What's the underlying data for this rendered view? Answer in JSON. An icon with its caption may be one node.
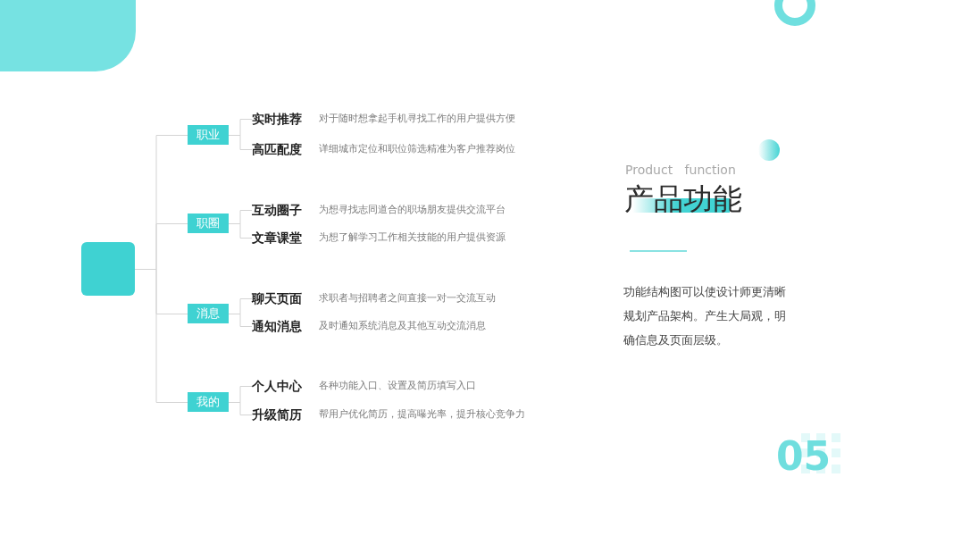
{
  "diagram": {
    "title": "产品功能",
    "nodes": [
      {
        "text": [],
        "shape": "box"
      },
      {
        "text": [
          "职业"
        ]
      },
      {
        "text": [
          "实时推荐"
        ],
        "beside": [
          "对于随时想拿起手机寻找工作的用户提供方便"
        ]
      },
      {
        "text": [
          "高匹配度"
        ],
        "beside": [
          "详细城市定位和职位筛选精准为客户推荐岗位"
        ]
      },
      {
        "text": [
          "职圈"
        ]
      },
      {
        "text": [
          "互动圈子"
        ],
        "beside": [
          "为想寻找志同道合的职场朋友提供交流平台"
        ]
      },
      {
        "text": [
          "文章课堂"
        ],
        "beside": [
          "为想了解学习工作相关技能的用户提供资源"
        ]
      },
      {
        "text": [
          "消息"
        ]
      },
      {
        "text": [
          "聊天页面"
        ],
        "beside": [
          "求职者与招聘者之间直接一对一交流互动"
        ]
      },
      {
        "text": [
          "通知消息"
        ],
        "beside": [
          "及时通知系统消息及其他互动交流消息"
        ]
      },
      {
        "text": [
          "我的"
        ]
      },
      {
        "text": [
          "个人中心"
        ],
        "beside": [
          "各种功能入口、设置及简历填写入口"
        ]
      },
      {
        "text": [
          "升级简历"
        ],
        "beside": [
          "帮用户优化简历，提高曝光率，提升核心竞争力"
        ]
      }
    ],
    "edges": [
      {
        "from": 0,
        "to": 1,
        "arrow": "none"
      },
      {
        "from": 0,
        "to": 4,
        "arrow": "none"
      },
      {
        "from": 0,
        "to": 7,
        "arrow": "none"
      },
      {
        "from": 0,
        "to": 10,
        "arrow": "none"
      },
      {
        "from": 1,
        "to": 2,
        "arrow": "none"
      },
      {
        "from": 1,
        "to": 3,
        "arrow": "none"
      },
      {
        "from": 4,
        "to": 5,
        "arrow": "none"
      },
      {
        "from": 4,
        "to": 6,
        "arrow": "none"
      },
      {
        "from": 7,
        "to": 8,
        "arrow": "none"
      },
      {
        "from": 7,
        "to": 9,
        "arrow": "none"
      },
      {
        "from": 10,
        "to": 11,
        "arrow": "none"
      },
      {
        "from": 10,
        "to": 12,
        "arrow": "none"
      }
    ],
    "labels": [
      "Product function",
      "功能结构图可以使设计师更清晰规划产品架构。产生大局观，明确信息及页面层级。",
      "05"
    ]
  }
}
